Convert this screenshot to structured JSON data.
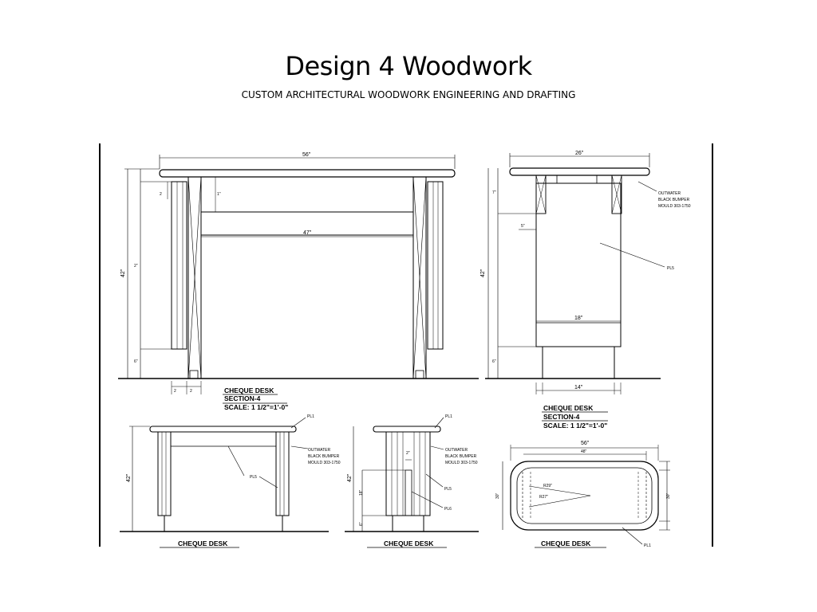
{
  "header": {
    "title": "Design 4 Woodwork",
    "subtitle": "CUSTOM ARCHITECTURAL WOODWORK ENGINEERING AND DRAFTING"
  },
  "front_elevation": {
    "overall_width": "56\"",
    "inner_width": "47\"",
    "height": "42\"",
    "caption": "CHEQUE DESK",
    "section": "SECTION-4",
    "scale": "SCALE: 1 1/2\"=1'-0\""
  },
  "side_elevation": {
    "overall_width": "26\"",
    "panel_width": "18\"",
    "base_width": "14\"",
    "height": "42\"",
    "bumper_note": [
      "OUTWATER",
      "BLACK BUMPER",
      "MOULD 303-1750"
    ],
    "material": "PL5",
    "caption": "CHEQUE DESK",
    "section": "SECTION-4",
    "scale": "SCALE: 1 1/2\"=1'-0\""
  },
  "front_view": {
    "height": "42\"",
    "top_material": "PL1",
    "leg_material": "PL5",
    "bumper_note": [
      "OUTWATER",
      "BLACK BUMPER",
      "MOULD 303-1750"
    ],
    "caption": "CHEQUE DESK"
  },
  "side_view": {
    "height": "42\"",
    "dim_a": "18\"",
    "dim_b": "6\"",
    "dim_c": "2\"",
    "top_material": "PL1",
    "materials": [
      "PL5",
      "PL6"
    ],
    "bumper_note": [
      "OUTWATER",
      "BLACK BUMPER",
      "MOULD 303-1750"
    ],
    "caption": "CHEQUE DESK"
  },
  "plan_view": {
    "length": "56\"",
    "inner_length": "48\"",
    "width": "30\"",
    "radius_outer": "R29\"",
    "radius_inner": "R27\"",
    "caption": "CHEQUE DESK",
    "top_material": "PL1"
  }
}
